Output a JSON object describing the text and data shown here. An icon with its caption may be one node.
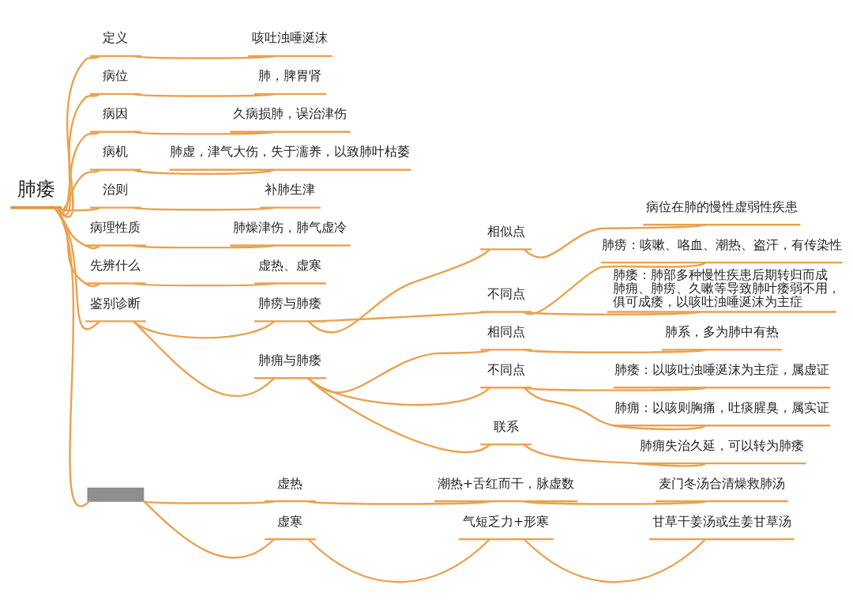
{
  "diagram": {
    "nodes": [
      {
        "text": [
          "肺痿"
        ]
      },
      {
        "text": [
          "定义"
        ]
      },
      {
        "text": [
          "咳吐浊唾涎沫"
        ]
      },
      {
        "text": [
          "病位"
        ]
      },
      {
        "text": [
          "肺，脾胃肾"
        ]
      },
      {
        "text": [
          "病因"
        ]
      },
      {
        "text": [
          "久病损肺，误治津伤"
        ]
      },
      {
        "text": [
          "病机"
        ]
      },
      {
        "text": [
          "肺虚，津气大伤，失于濡养，以致肺叶枯萎"
        ]
      },
      {
        "text": [
          "治则"
        ]
      },
      {
        "text": [
          "补肺生津"
        ]
      },
      {
        "text": [
          "病理性质"
        ]
      },
      {
        "text": [
          "肺燥津伤，肺气虚冷"
        ]
      },
      {
        "text": [
          "先辨什么"
        ]
      },
      {
        "text": [
          "虚热、虚寒"
        ]
      },
      {
        "text": [
          "鉴别诊断"
        ]
      },
      {
        "text": [
          "肺痨与肺痿"
        ]
      },
      {
        "text": [
          "相似点"
        ]
      },
      {
        "text": [
          "病位在肺的慢性虚弱性疾患"
        ]
      },
      {
        "text": [
          "不同点"
        ]
      },
      {
        "text": [
          "肺痨：咳嗽、咯血、潮热、盗汗，有传染性"
        ]
      },
      {
        "text": [
          "肺痿：肺部多种慢性疾患后期转归而成肺痈、肺痨、久嗽等导致肺叶痿弱不用，俱可成痿，以咳吐浊唾涎沫为主症"
        ]
      },
      {
        "text": [
          "肺痈与肺痿"
        ]
      },
      {
        "text": [
          "相同点"
        ]
      },
      {
        "text": [
          "肺系，多为肺中有热"
        ]
      },
      {
        "text": [
          "不同点"
        ]
      },
      {
        "text": [
          "肺痿：以咳吐浊唾涎沫为主症，属虚证"
        ]
      },
      {
        "text": [
          "肺痈：以咳则胸痛，吐痰腥臭，属实证"
        ]
      },
      {
        "text": [
          "联系"
        ]
      },
      {
        "text": [
          "肺痈失治久延，可以转为肺痿"
        ]
      },
      {
        "text": [],
        "shape": "bar"
      },
      {
        "text": [
          "虚热"
        ]
      },
      {
        "text": [
          "潮热+舌红而干，脉虚数"
        ]
      },
      {
        "text": [
          "麦门冬汤合清燥救肺汤"
        ]
      },
      {
        "text": [
          "虚寒"
        ]
      },
      {
        "text": [
          "气短乏力+形寒"
        ]
      },
      {
        "text": [
          "甘草干姜汤或生姜甘草汤"
        ]
      }
    ],
    "edges": [
      {
        "from": 0,
        "to": 1,
        "arrow": "none"
      },
      {
        "from": 1,
        "to": 2,
        "arrow": "none"
      },
      {
        "from": 0,
        "to": 3,
        "arrow": "none"
      },
      {
        "from": 3,
        "to": 4,
        "arrow": "none"
      },
      {
        "from": 0,
        "to": 5,
        "arrow": "none"
      },
      {
        "from": 5,
        "to": 6,
        "arrow": "none"
      },
      {
        "from": 0,
        "to": 7,
        "arrow": "none"
      },
      {
        "from": 7,
        "to": 8,
        "arrow": "none"
      },
      {
        "from": 0,
        "to": 9,
        "arrow": "none"
      },
      {
        "from": 9,
        "to": 10,
        "arrow": "none"
      },
      {
        "from": 0,
        "to": 11,
        "arrow": "none"
      },
      {
        "from": 11,
        "to": 12,
        "arrow": "none"
      },
      {
        "from": 0,
        "to": 13,
        "arrow": "none"
      },
      {
        "from": 13,
        "to": 14,
        "arrow": "none"
      },
      {
        "from": 0,
        "to": 15,
        "arrow": "none"
      },
      {
        "from": 15,
        "to": 16,
        "arrow": "none"
      },
      {
        "from": 16,
        "to": 17,
        "arrow": "none"
      },
      {
        "from": 17,
        "to": 18,
        "arrow": "none"
      },
      {
        "from": 16,
        "to": 19,
        "arrow": "none"
      },
      {
        "from": 19,
        "to": 20,
        "arrow": "none"
      },
      {
        "from": 19,
        "to": 21,
        "arrow": "none"
      },
      {
        "from": 15,
        "to": 22,
        "arrow": "none"
      },
      {
        "from": 22,
        "to": 23,
        "arrow": "none"
      },
      {
        "from": 23,
        "to": 24,
        "arrow": "none"
      },
      {
        "from": 22,
        "to": 25,
        "arrow": "none"
      },
      {
        "from": 25,
        "to": 26,
        "arrow": "none"
      },
      {
        "from": 25,
        "to": 27,
        "arrow": "none"
      },
      {
        "from": 22,
        "to": 28,
        "arrow": "none"
      },
      {
        "from": 28,
        "to": 29,
        "arrow": "none"
      },
      {
        "from": 0,
        "to": 30,
        "arrow": "none"
      },
      {
        "from": 30,
        "to": 31,
        "arrow": "none"
      },
      {
        "from": 31,
        "to": 32,
        "arrow": "none"
      },
      {
        "from": 32,
        "to": 33,
        "arrow": "none"
      },
      {
        "from": 30,
        "to": 34,
        "arrow": "none"
      },
      {
        "from": 34,
        "to": 35,
        "arrow": "none"
      },
      {
        "from": 35,
        "to": 36,
        "arrow": "none"
      }
    ]
  }
}
